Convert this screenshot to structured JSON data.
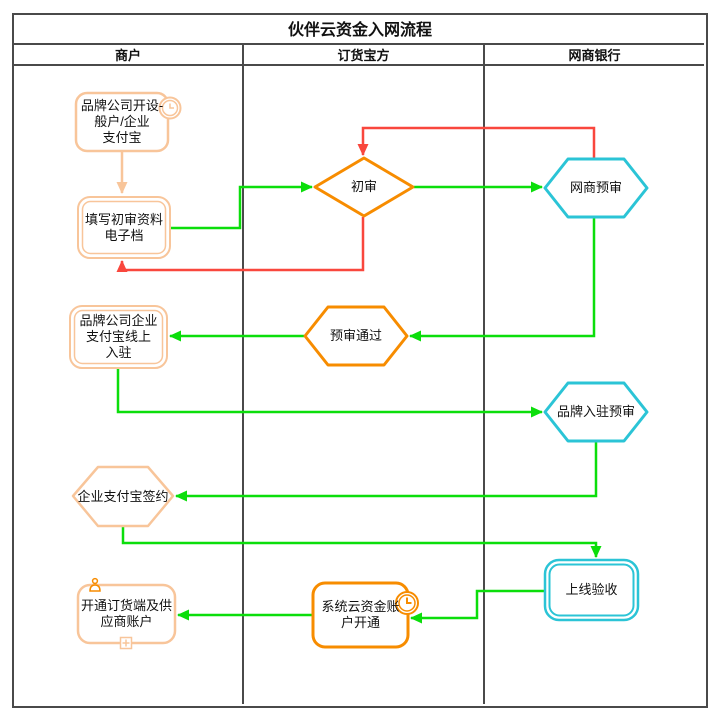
{
  "title": "伙伴云资金入网流程",
  "lanes": [
    {
      "label": "商户"
    },
    {
      "label": "订货宝方"
    },
    {
      "label": "网商银行"
    }
  ],
  "colors": {
    "peach": "#F8C59A",
    "orange": "#F78C00",
    "cyan": "#2BC4D6",
    "green": "#0BDE0B",
    "red": "#F9473D",
    "grid": "#4A4A4A",
    "ink": "#111111"
  },
  "nodes": {
    "open_alipay": {
      "label": "品牌公司开设-\n般户/企业\n支付宝"
    },
    "fill_material": {
      "label": "填写初审资料\n电子档"
    },
    "first_review": {
      "label": "初审"
    },
    "bank_pre_review": {
      "label": "网商预审"
    },
    "pre_review_pass": {
      "label": "预审通过"
    },
    "online_entry": {
      "label": "品牌公司企业\n支付宝线上\n入驻"
    },
    "brand_entry_review": {
      "label": "品牌入驻预审"
    },
    "alipay_sign": {
      "label": "企业支付宝签约"
    },
    "online_accept": {
      "label": "上线验收"
    },
    "sys_account": {
      "label": "系统云资金账\n户开通"
    },
    "open_channel": {
      "label": "开通订货端及供\n应商账户"
    }
  }
}
